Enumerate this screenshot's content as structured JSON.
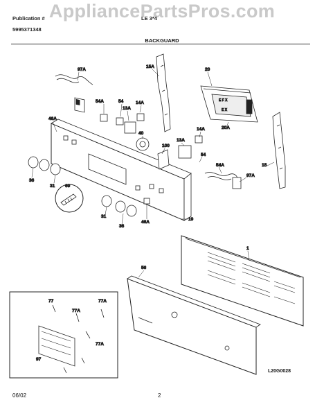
{
  "watermark": "AppliancePartsPros.com",
  "header": {
    "pub_label": "Publication #",
    "pub_number": "5995371348",
    "model_label": "LE 3*4",
    "section_title": "BACKGUARD"
  },
  "callouts": {
    "c97a_top": "97A",
    "c15a": "15A",
    "c20": "20",
    "c54a_top": "54A",
    "c54_top": "54",
    "c14a_top": "14A",
    "c13a_top": "13A",
    "c46a_left": "46A",
    "c40": "40",
    "c100": "100",
    "c13a_mid": "13A",
    "c14a_mid": "14A",
    "c20a": "20A",
    "c54_mid": "54",
    "c54a_mid": "54A",
    "c15": "15",
    "c97a_mid": "97A",
    "c36_left": "36",
    "c31_left": "31",
    "c69": "69",
    "c31_bottom": "31",
    "c36_bottom": "36",
    "c46a_bottom": "46A",
    "c19": "19",
    "c1": "1",
    "c56": "56",
    "c77": "77",
    "c77a_inset1": "77A",
    "c77a_inset2": "77A",
    "c97_inset": "97",
    "c77a_inset3": "77A"
  },
  "drawing_code": "L20G0028",
  "footer": {
    "date": "06/02",
    "page": "2"
  }
}
